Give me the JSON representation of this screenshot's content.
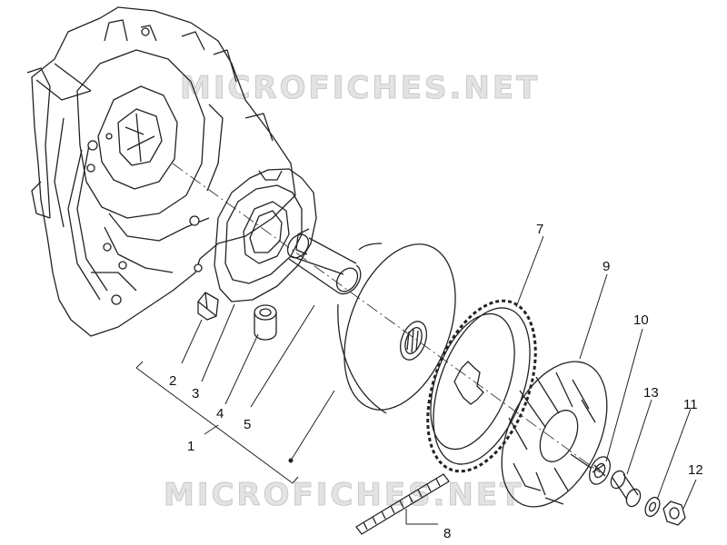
{
  "watermarks": {
    "top": "MICROFICHES.NET",
    "bottom": "MICROFICHES.NET"
  },
  "callouts": {
    "c1": "1",
    "c2": "2",
    "c3": "3",
    "c4": "4",
    "c5": "5",
    "c7": "7",
    "c8": "8",
    "c9": "9",
    "c10": "10",
    "c11": "11",
    "c12": "12",
    "c13": "13"
  },
  "colors": {
    "line": "#222222",
    "watermark": "#d0d0d0"
  }
}
